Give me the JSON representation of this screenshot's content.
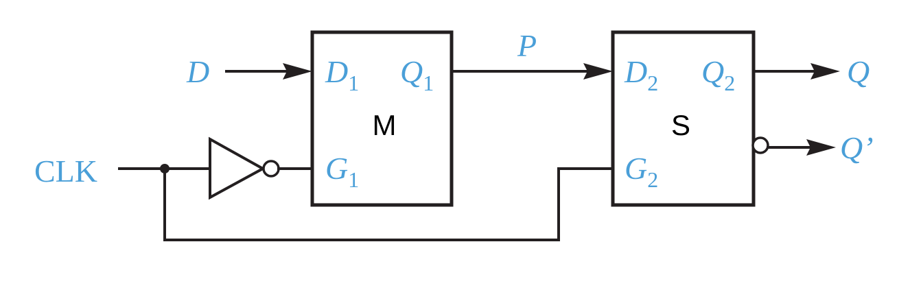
{
  "colors": {
    "label": "#4a9fd8",
    "line": "#231f20",
    "block_name": "#000000"
  },
  "inputs": {
    "d": "D",
    "clk": "CLK"
  },
  "signals": {
    "p": "P"
  },
  "outputs": {
    "q": "Q",
    "q_prime": "Q’"
  },
  "master": {
    "name": "M",
    "d_pin": {
      "base": "D",
      "sub": "1"
    },
    "q_pin": {
      "base": "Q",
      "sub": "1"
    },
    "g_pin": {
      "base": "G",
      "sub": "1"
    }
  },
  "slave": {
    "name": "S",
    "d_pin": {
      "base": "D",
      "sub": "2"
    },
    "q_pin": {
      "base": "Q",
      "sub": "2"
    },
    "g_pin": {
      "base": "G",
      "sub": "2"
    }
  },
  "symbols": {
    "inverter": "inverter-icon",
    "junction": "junction-dot",
    "arrow": "arrow-icon"
  }
}
